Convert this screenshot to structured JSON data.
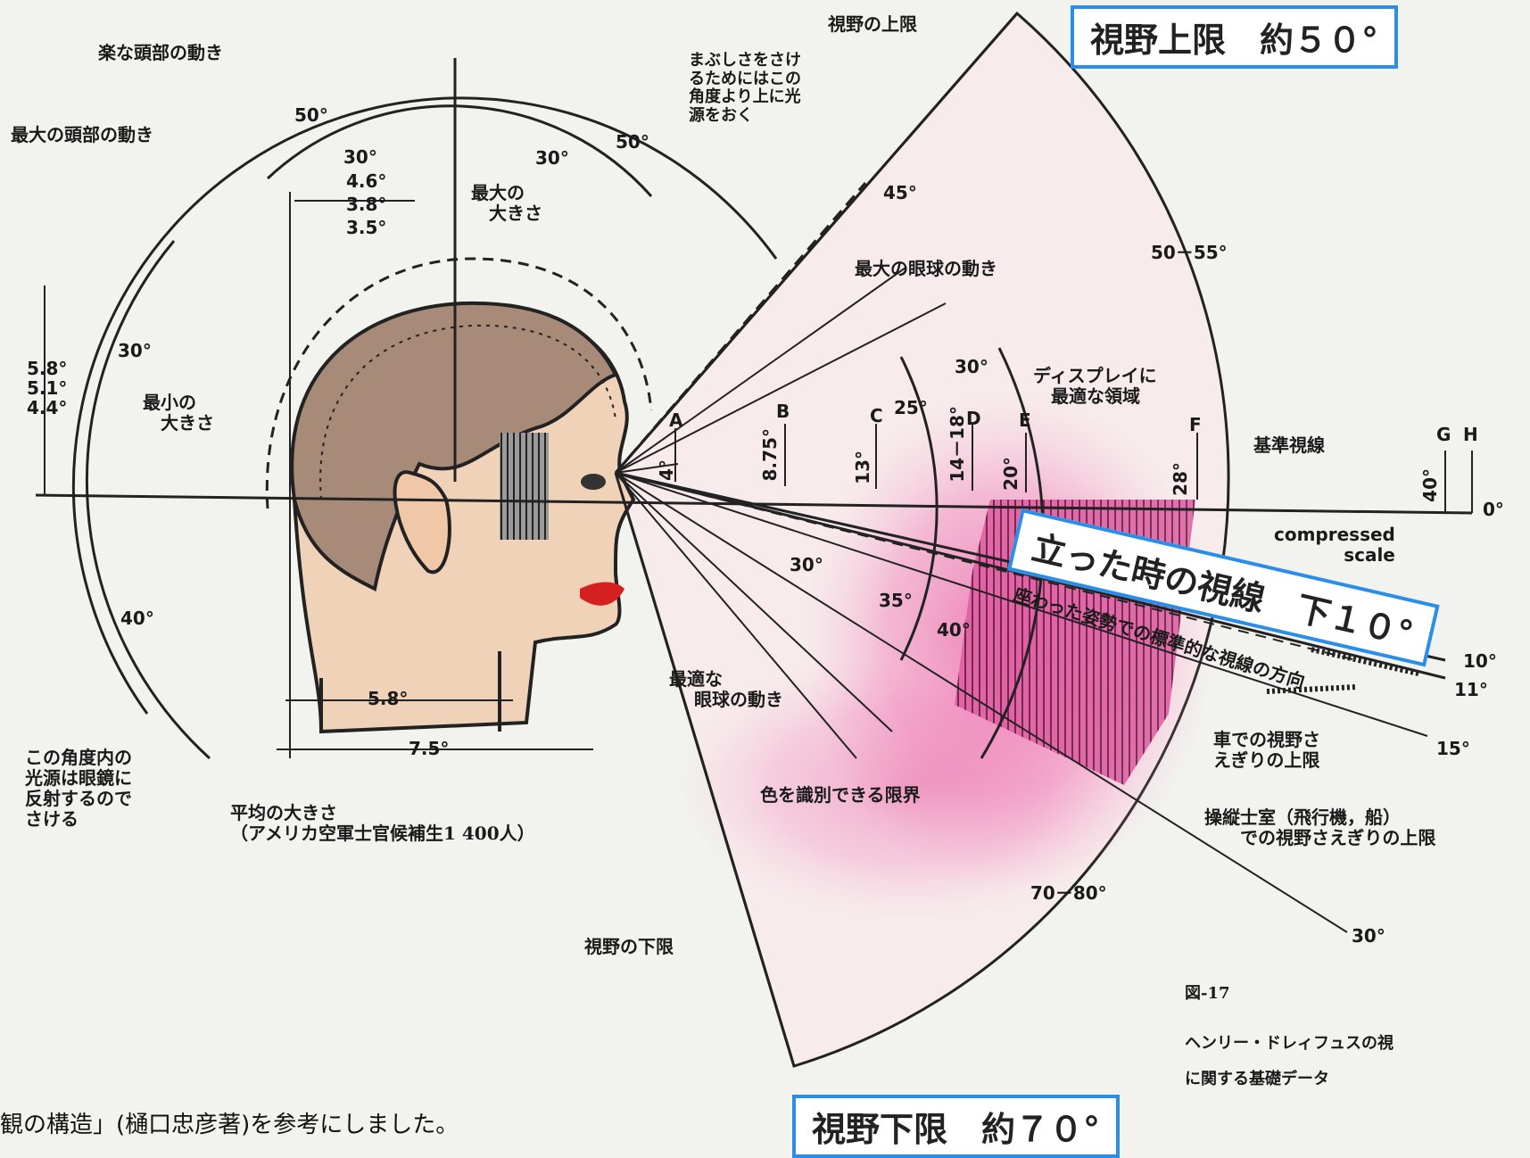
{
  "boxes": {
    "upper": "視野上限　約５０°",
    "lower": "視野下限　約７０°",
    "standing": "立った時の視線　下１０°"
  },
  "labels": {
    "comfortable_head": "楽な頭部の動き",
    "max_head": "最大の頭部の動き",
    "upper_limit": "視野の上限",
    "glare": [
      "まぶしさをさけ",
      "るためにはこの",
      "角度より上に光",
      "源をおく"
    ],
    "max_size": [
      "最大の",
      "大きさ"
    ],
    "min_size": [
      "最小の",
      "大きさ"
    ],
    "max_eye": "最大の眼球の動き",
    "display": [
      "ディスプレイに",
      "最適な領域"
    ],
    "reference_line": "基準視線",
    "compressed": [
      "compressed",
      "scale"
    ],
    "seated_line": "座わった姿勢での標準的な視線の方向",
    "optimal_eye": [
      "最適な",
      "眼球の動き"
    ],
    "color_limit": "色を識別できる限界",
    "car": [
      "車での視野さ",
      "えぎりの上限"
    ],
    "cockpit": [
      "操縦士室（飛行機，船）",
      "での視野さえぎりの上限"
    ],
    "glasses": [
      "この角度内の",
      "光源は眼鏡に",
      "反射するので",
      "さける"
    ],
    "average": [
      "平均の大きさ",
      "（アメリカ空軍士官候補生1 400人）"
    ],
    "lower_limit": "視野の下限",
    "figure_no": "図-17",
    "caption": [
      "ヘンリー・ドレィフュスの視",
      "に関する基礎データ"
    ]
  },
  "angles": {
    "a50_left": "50°",
    "a50_right": "50°",
    "a30_left": "30°",
    "a30_right": "30°",
    "d46": "4.6°",
    "d38": "3.8°",
    "d35": "3.5°",
    "v58": "5.8°",
    "v51": "5.1°",
    "v44": "4.4°",
    "back30": "30°",
    "back40": "40°",
    "h58": "5.8°",
    "h75": "7.5°",
    "up45": "45°",
    "up5055": "50－55°",
    "eye30": "30°",
    "eye25": "25°",
    "A": "A",
    "A_val": "4°",
    "B": "B",
    "B_val": "8.75°",
    "C": "C",
    "C_val": "13°",
    "D": "D",
    "D_val": "14－18°",
    "E": "E",
    "E_val": "20°",
    "F": "F",
    "F_val": "28°",
    "G": "G",
    "H": "H",
    "GH_val": "40°",
    "zero": "0°",
    "down30": "30°",
    "down35": "35°",
    "down40": "40°",
    "r10": "10°",
    "r11": "11°",
    "r15": "15°",
    "r30": "30°",
    "low7080": "70－80°"
  },
  "footer": "観の構造」(樋口忠彦著)を参考にしました。",
  "colors": {
    "accent_box": "#2a8ee8",
    "pink": "#e44a9a",
    "skin": "#f0d2b8",
    "hair": "#a88a78",
    "lip": "#d42020"
  }
}
